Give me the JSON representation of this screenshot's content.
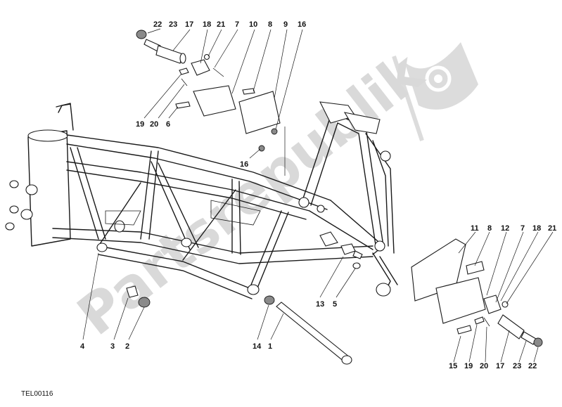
{
  "diagram": {
    "reference_code": "TEL00116",
    "watermark": {
      "text": "Partsrepublik",
      "icon": "gear-flag-icon"
    },
    "callouts": {
      "top_group": [
        "22",
        "23",
        "17",
        "18",
        "21",
        "7",
        "10",
        "8",
        "9",
        "16",
        "19",
        "20",
        "6"
      ],
      "frame_left": [
        "16"
      ],
      "bottom_left": [
        "4",
        "3",
        "2"
      ],
      "bottom_center": [
        "14",
        "1",
        "13",
        "5"
      ],
      "right_group_top": [
        "11",
        "8",
        "12",
        "7",
        "18",
        "21"
      ],
      "right_group_bottom": [
        "15",
        "19",
        "20",
        "17",
        "23",
        "22"
      ]
    }
  }
}
